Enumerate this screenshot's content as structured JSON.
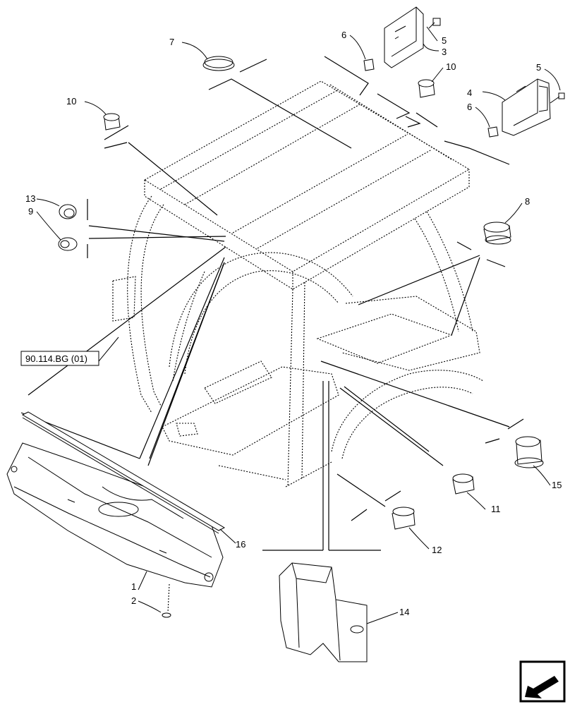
{
  "reference_link": "90.114.BG (01)",
  "callouts": {
    "c1": "1",
    "c2": "2",
    "c3": "3",
    "c4": "4",
    "c5a": "5",
    "c5b": "5",
    "c6a": "6",
    "c6b": "6",
    "c7": "7",
    "c8": "8",
    "c9": "9",
    "c10a": "10",
    "c10b": "10",
    "c11": "11",
    "c12": "12",
    "c13": "13",
    "c14": "14",
    "c15": "15",
    "c16": "16"
  },
  "icons": {
    "navigation": "arrow-icon"
  }
}
